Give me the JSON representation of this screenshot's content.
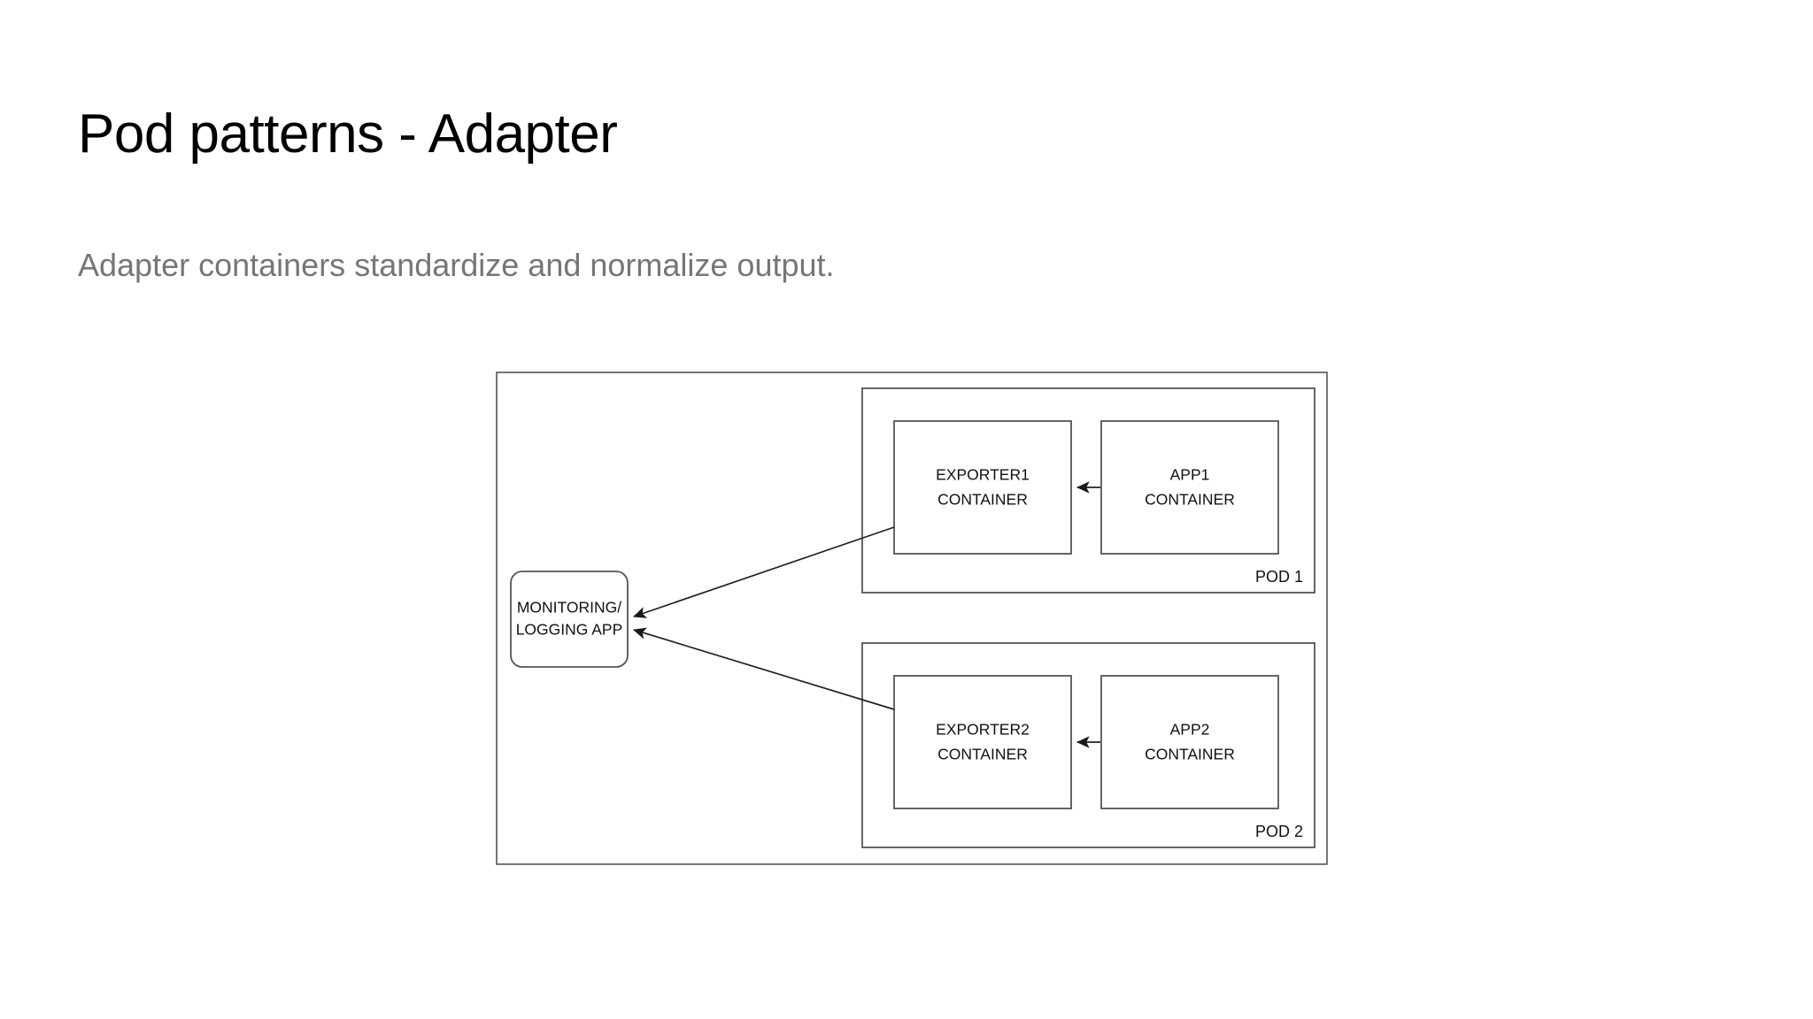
{
  "slide": {
    "title": "Pod patterns - Adapter",
    "subtitle": "Adapter containers standardize and normalize output."
  },
  "colors": {
    "background": "#ffffff",
    "title_text": "#000000",
    "subtitle_text": "#767676",
    "box_stroke": "#555555",
    "edge_stroke": "#222222",
    "box_fill": "#ffffff",
    "diagram_text": "#111111"
  },
  "diagram": {
    "name": "adapter-pattern-diagram",
    "outer_frame_label": "",
    "monitoring_box": {
      "line1": "MONITORING/",
      "line2": "LOGGING APP",
      "shape": "rounded-rect"
    },
    "pods": [
      {
        "label": "POD 1",
        "exporter": {
          "line1": "EXPORTER1",
          "line2": "CONTAINER"
        },
        "app": {
          "line1": "APP1",
          "line2": "CONTAINER"
        }
      },
      {
        "label": "POD 2",
        "exporter": {
          "line1": "EXPORTER2",
          "line2": "CONTAINER"
        },
        "app": {
          "line1": "APP2",
          "line2": "CONTAINER"
        }
      }
    ],
    "edges": [
      {
        "name": "app1-to-exporter1",
        "from": "APP1 CONTAINER",
        "to": "EXPORTER1 CONTAINER",
        "direction": "left"
      },
      {
        "name": "app2-to-exporter2",
        "from": "APP2 CONTAINER",
        "to": "EXPORTER2 CONTAINER",
        "direction": "left"
      },
      {
        "name": "exporter1-to-monitoring",
        "from": "EXPORTER1 CONTAINER",
        "to": "MONITORING/LOGGING APP",
        "direction": "diagonal-up-left"
      },
      {
        "name": "exporter2-to-monitoring",
        "from": "EXPORTER2 CONTAINER",
        "to": "MONITORING/LOGGING APP",
        "direction": "diagonal-down-left"
      }
    ]
  }
}
